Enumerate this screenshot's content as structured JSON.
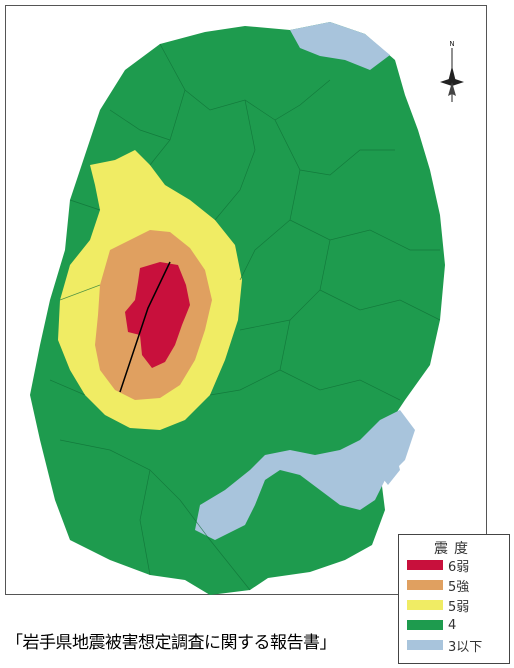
{
  "map": {
    "compass_letter": "N",
    "caption": "「岩手県地震被害想定調査に関する報告書」",
    "colors": {
      "int6weak": "#c8103c",
      "int5strong": "#e0a060",
      "int5weak": "#f0ec64",
      "int4": "#1e9b4e",
      "int3": "#a8c4dc",
      "line": "#000000"
    }
  },
  "legend": {
    "title": "震度",
    "items": [
      {
        "label": "6弱",
        "color": "#c8103c"
      },
      {
        "label": "5強",
        "color": "#e0a060"
      },
      {
        "label": "5弱",
        "color": "#f0ec64"
      },
      {
        "label": "4",
        "color": "#1e9b4e"
      },
      {
        "label": "3以下",
        "color": "#a8c4dc"
      }
    ]
  }
}
